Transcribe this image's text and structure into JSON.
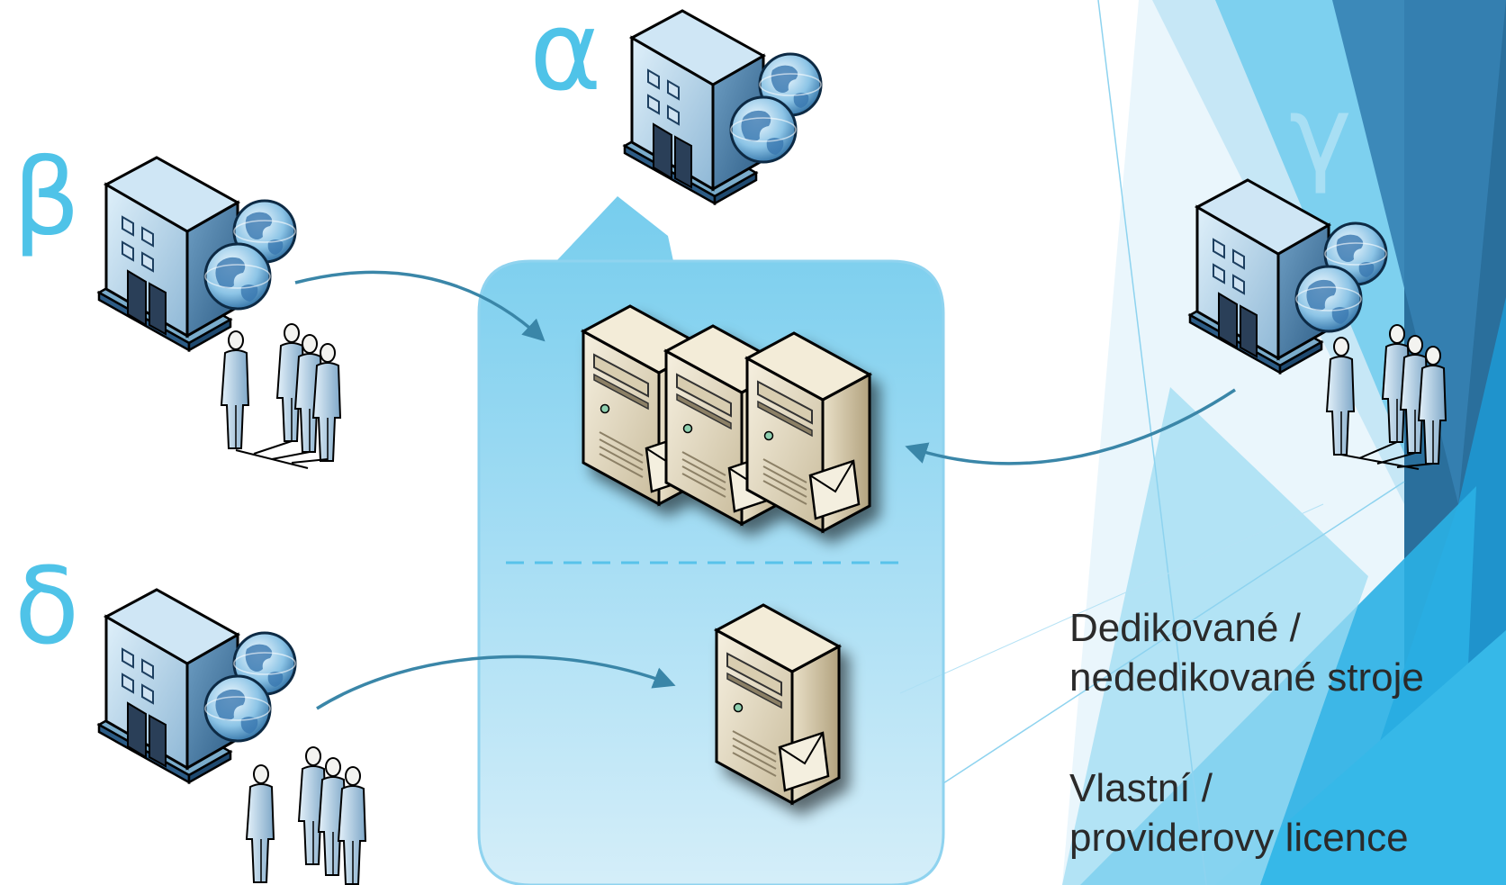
{
  "labels": {
    "alpha": "α",
    "beta": "β",
    "gamma": "γ",
    "delta": "δ"
  },
  "captions": {
    "line1": "Dedikované /",
    "line2": "nededikované stroje",
    "line3": "Vlastní /",
    "line4": "providerovy licence"
  },
  "colors": {
    "label": "#4fc3e8",
    "arrow": "#3a86a8",
    "cloud_top": "#62c6ea",
    "cloud_bottom": "#c6e9f7",
    "accent_dark": "#1c6e9e",
    "accent_mid": "#2ab0e4",
    "accent_light": "#7fd2f0",
    "caption_text": "#2a2a2a"
  },
  "icons": {
    "building": "office-building-with-globes-icon",
    "users": "user-group-icon",
    "server": "mail-server-icon"
  }
}
